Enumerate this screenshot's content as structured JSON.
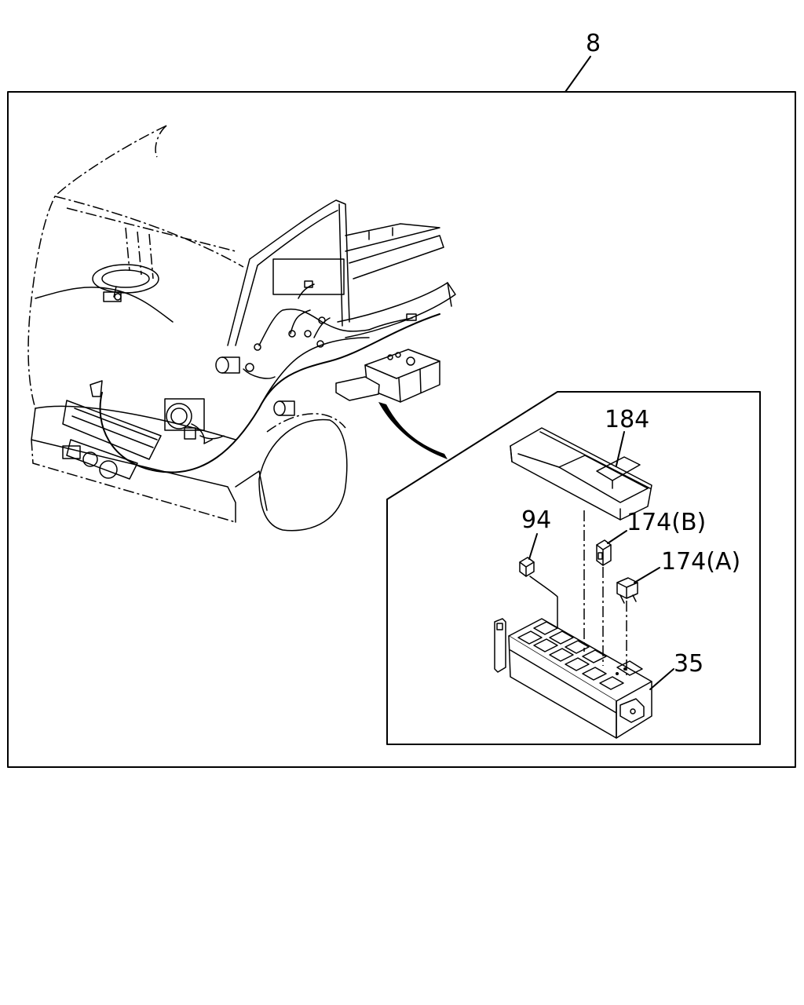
{
  "callouts": {
    "assembly": "8",
    "cover": "184",
    "relay_small": "94",
    "relay_b": "174(B)",
    "relay_a": "174(A)",
    "relay_box": "35"
  }
}
